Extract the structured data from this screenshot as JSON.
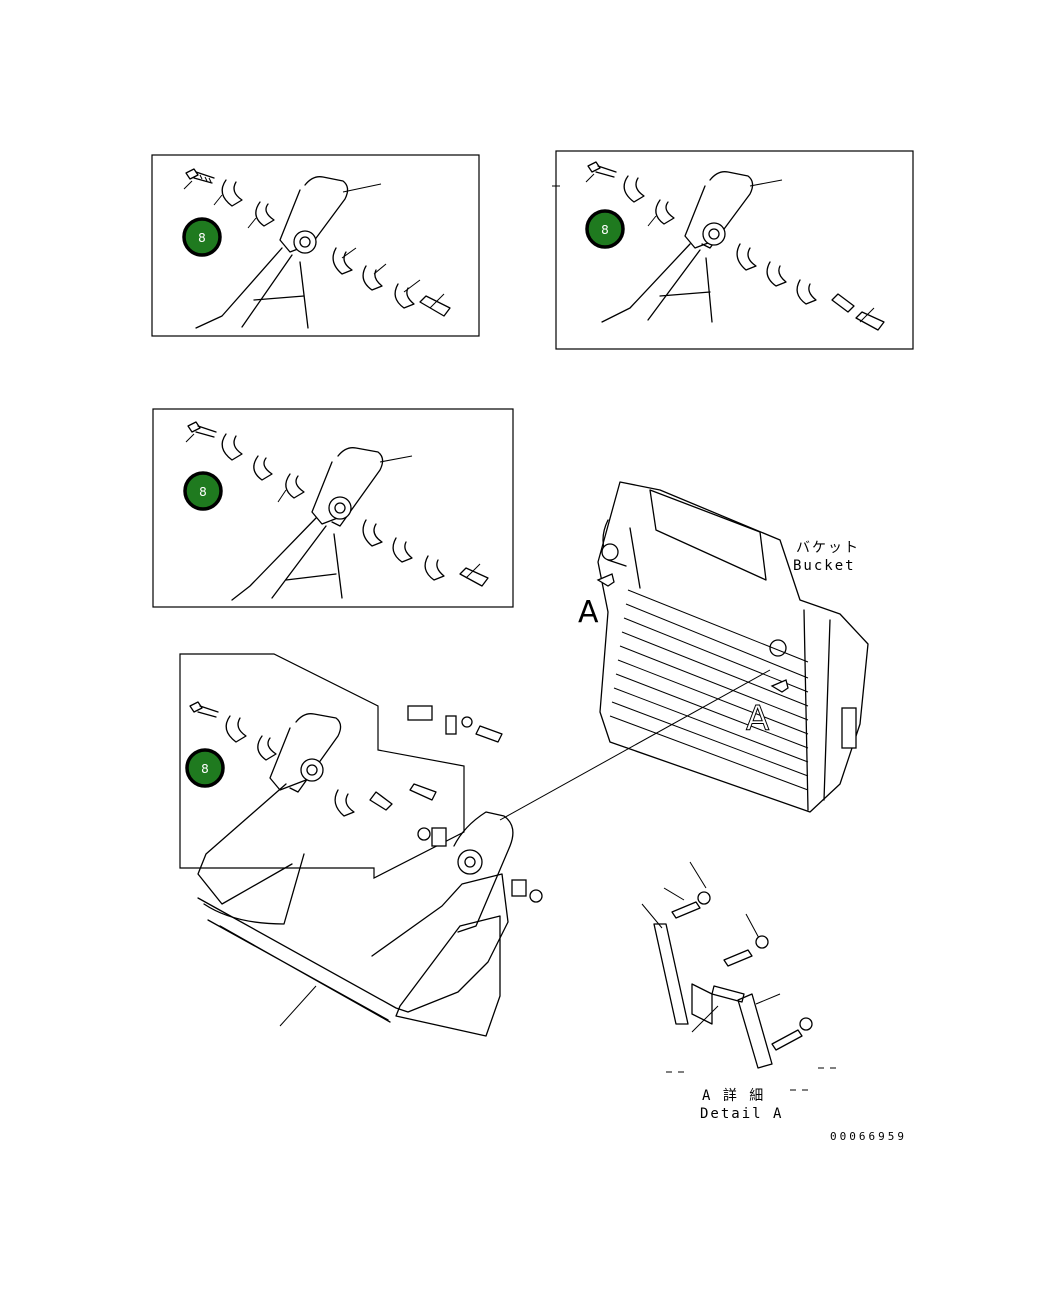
{
  "callouts": [
    {
      "id": "callout-1",
      "text": "8"
    },
    {
      "id": "callout-2",
      "text": "8"
    },
    {
      "id": "callout-3",
      "text": "8"
    },
    {
      "id": "callout-4",
      "text": "8"
    }
  ],
  "labels": {
    "bucket_jp": "バケット",
    "bucket_en": "Bucket",
    "view_letter_main": "A",
    "view_letter_side": "A",
    "detail_jp": "A 詳 細",
    "detail_en": "Detail A",
    "drawing_code": "00066959"
  },
  "colors": {
    "callout_fill": "#1f7a1f",
    "line": "#000000",
    "background": "#ffffff"
  }
}
